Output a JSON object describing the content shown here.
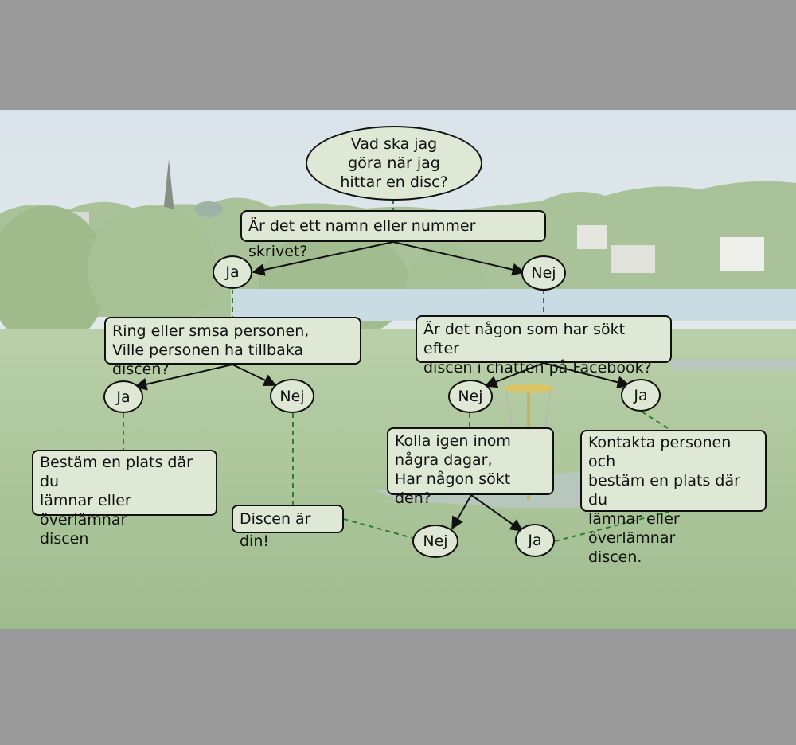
{
  "colors": {
    "background_band": "#9a9a9a",
    "node_fill": "#dfe8d4",
    "arrow": "#111111",
    "dashed_link": "#2e7d32"
  },
  "nodes": {
    "start": "Vad ska jag\ngöra när jag\nhittar en disc?",
    "q_name": "Är det ett namn eller nummer skrivet?",
    "q_name_ja": "Ja",
    "q_name_nej": "Nej",
    "ring": "Ring eller smsa personen,\nVille personen ha tillbaka discen?",
    "ring_ja": "Ja",
    "ring_nej": "Nej",
    "bestam": "Bestäm en plats där du\nlämnar eller överlämnar\ndiscen",
    "discen_din": "Discen är din!",
    "q_fb": "Är det någon som har sökt efter\ndiscen i chatten på Facebook?",
    "fb_nej": "Nej",
    "fb_ja": "Ja",
    "kolla": "Kolla igen inom\nnågra dagar,\nHar någon sökt den?",
    "kolla_nej": "Nej",
    "kolla_ja": "Ja",
    "kontakta": "Kontakta personen och\nbestäm en plats där du\nlämnar eller överlämnar\ndiscen."
  }
}
